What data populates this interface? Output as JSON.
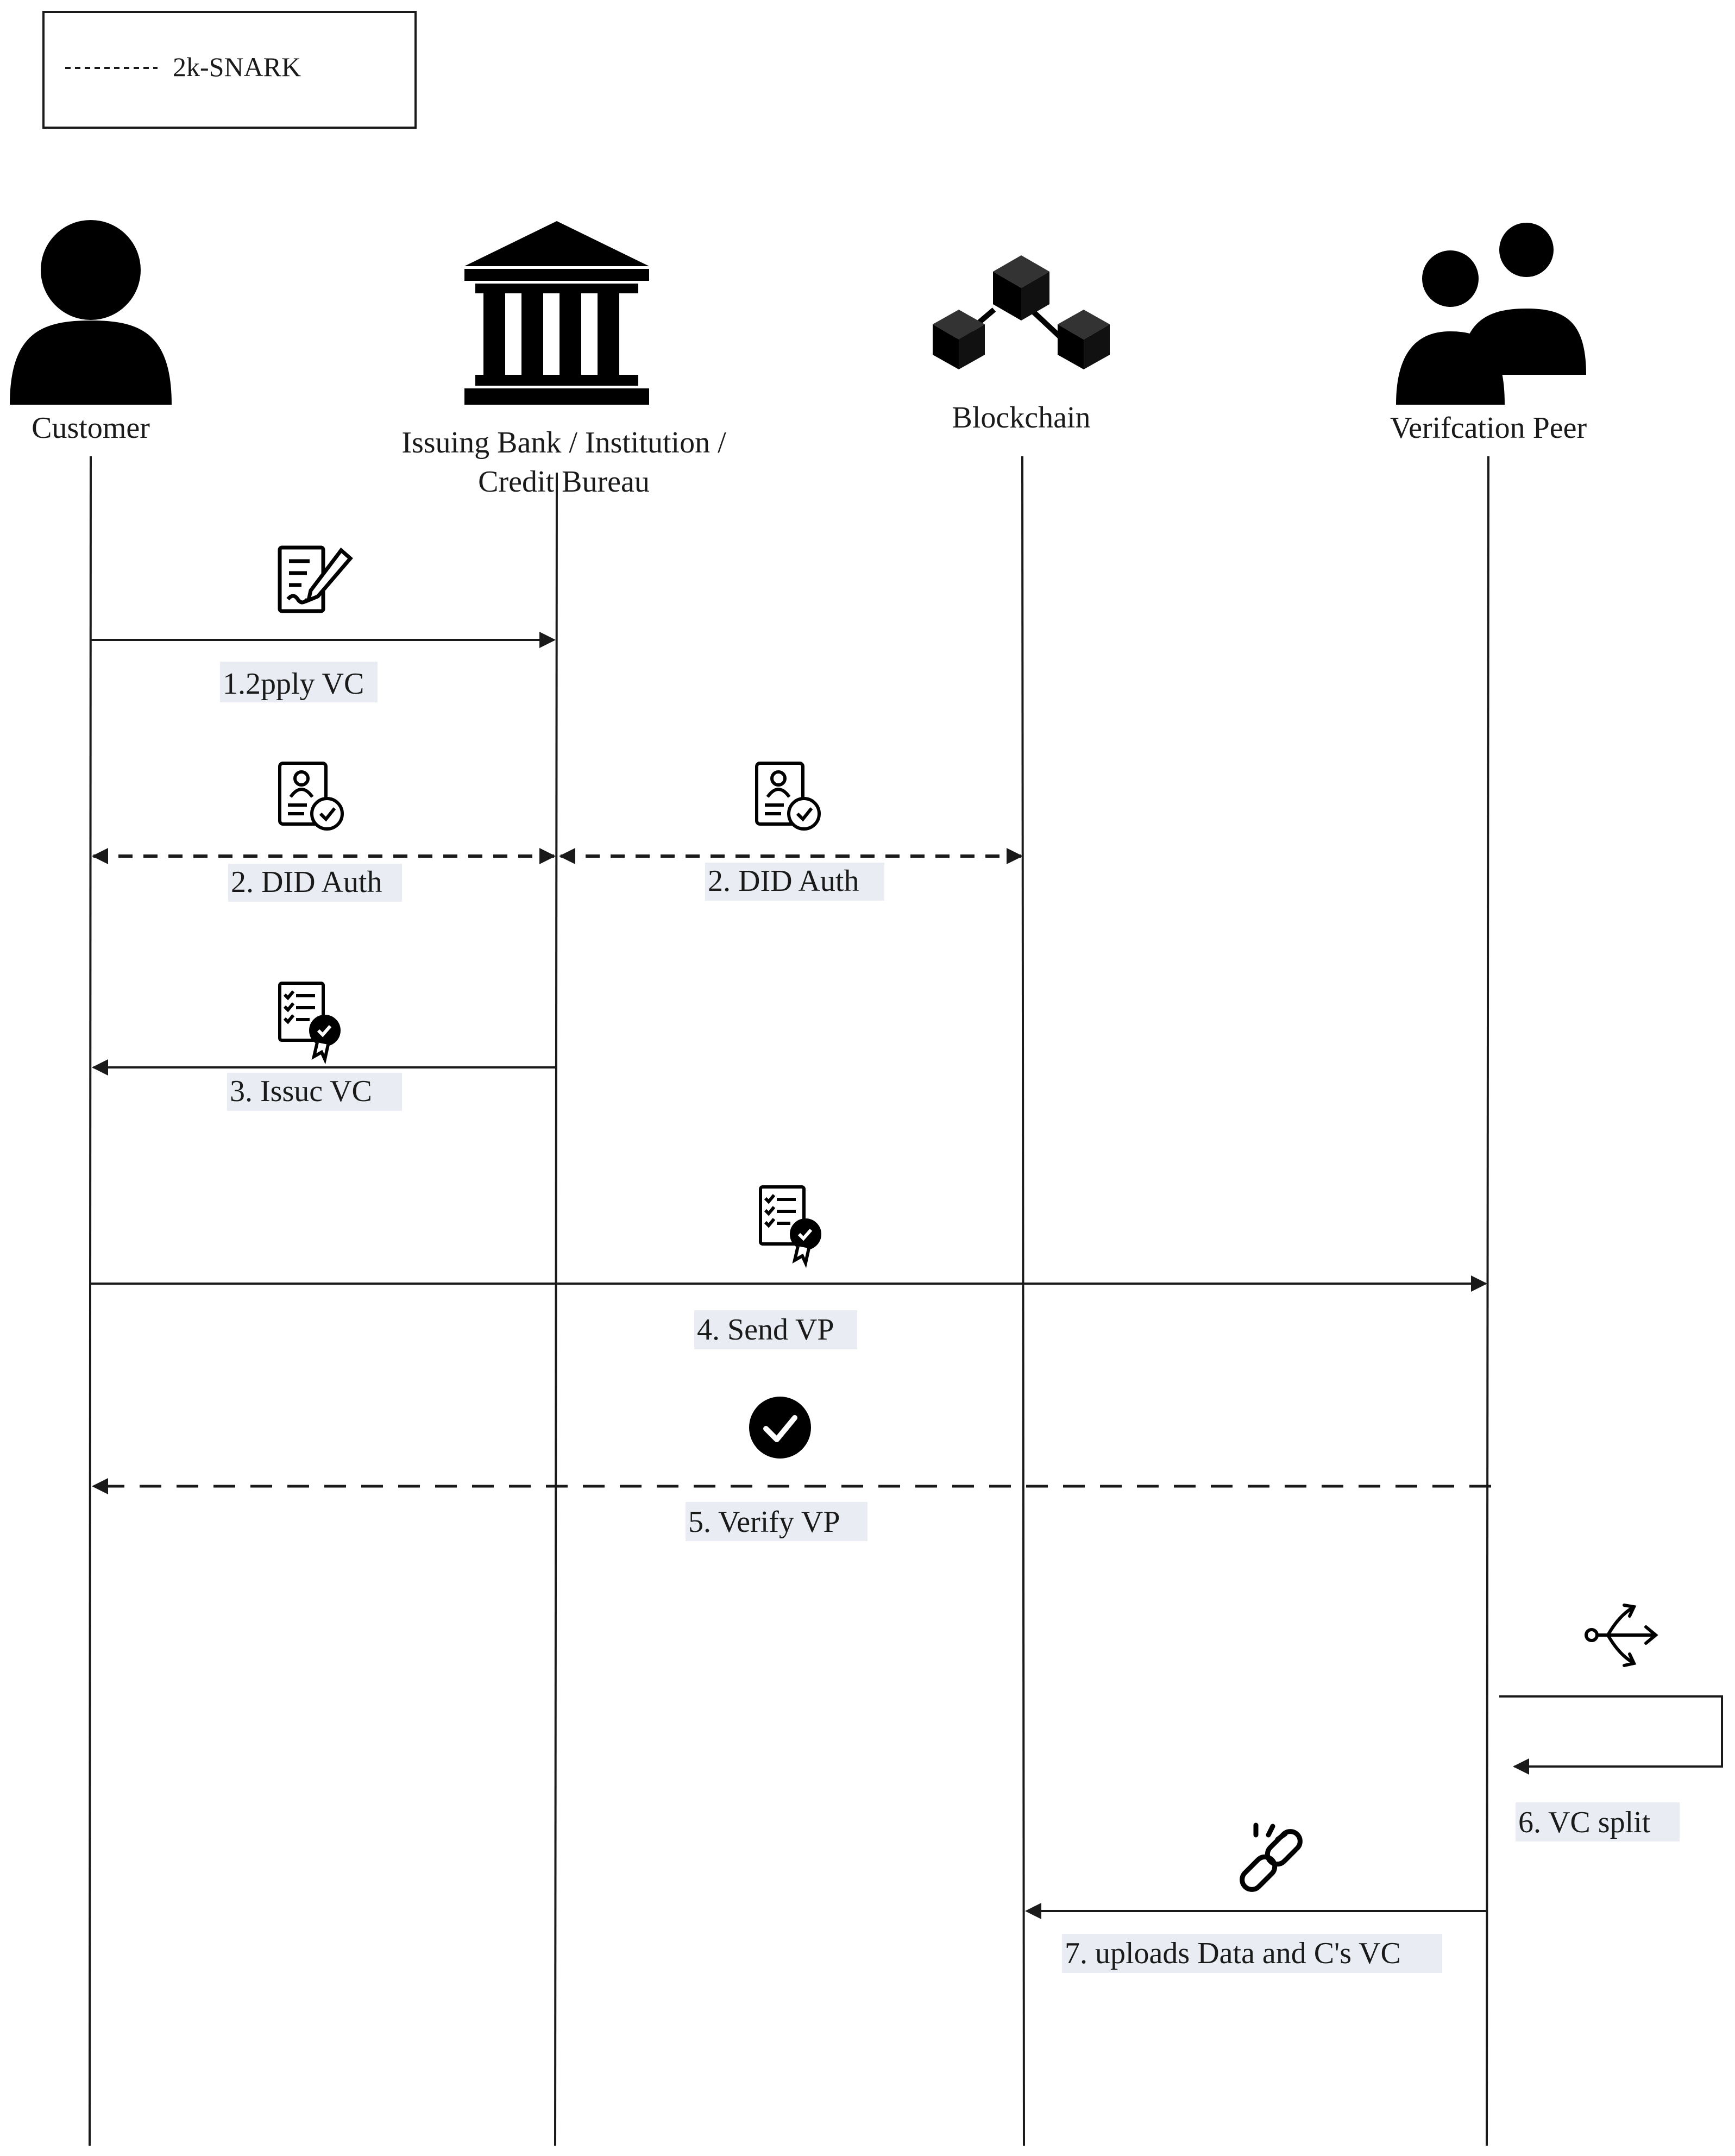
{
  "legend": {
    "label": "2k-SNARK"
  },
  "actors": [
    {
      "id": "customer",
      "label": "Customer",
      "icon": "user-icon"
    },
    {
      "id": "bank",
      "label_line1": "Issuing Bank / Institution /",
      "label_line2": "Credit Bureau",
      "icon": "bank-icon"
    },
    {
      "id": "blockchain",
      "label": "Blockchain",
      "icon": "blockchain-icon"
    },
    {
      "id": "peer",
      "label": "Verifcation Peer",
      "icon": "users-icon"
    }
  ],
  "messages": {
    "m1": {
      "label": "1.2pply VC",
      "icon": "sign-document-icon"
    },
    "m2a": {
      "label": "2.  DID Auth",
      "icon": "id-card-check-icon"
    },
    "m2b": {
      "label": "2.  DID Auth",
      "icon": "id-card-check-icon"
    },
    "m3": {
      "label": "3.  Issuc  VC",
      "icon": "certificate-icon"
    },
    "m4": {
      "label": "4. Send  VP",
      "icon": "certificate-icon"
    },
    "m5": {
      "label": "5.  Verify VP",
      "icon": "check-circle-icon"
    },
    "m6": {
      "label": "6.   VC split",
      "icon": "split-arrow-icon"
    },
    "m7": {
      "label": "7.  uploads Data and C's VC",
      "icon": "link-icon"
    }
  },
  "colors": {
    "line": "#1a1a1a",
    "label_bg": "#e9edf3"
  }
}
